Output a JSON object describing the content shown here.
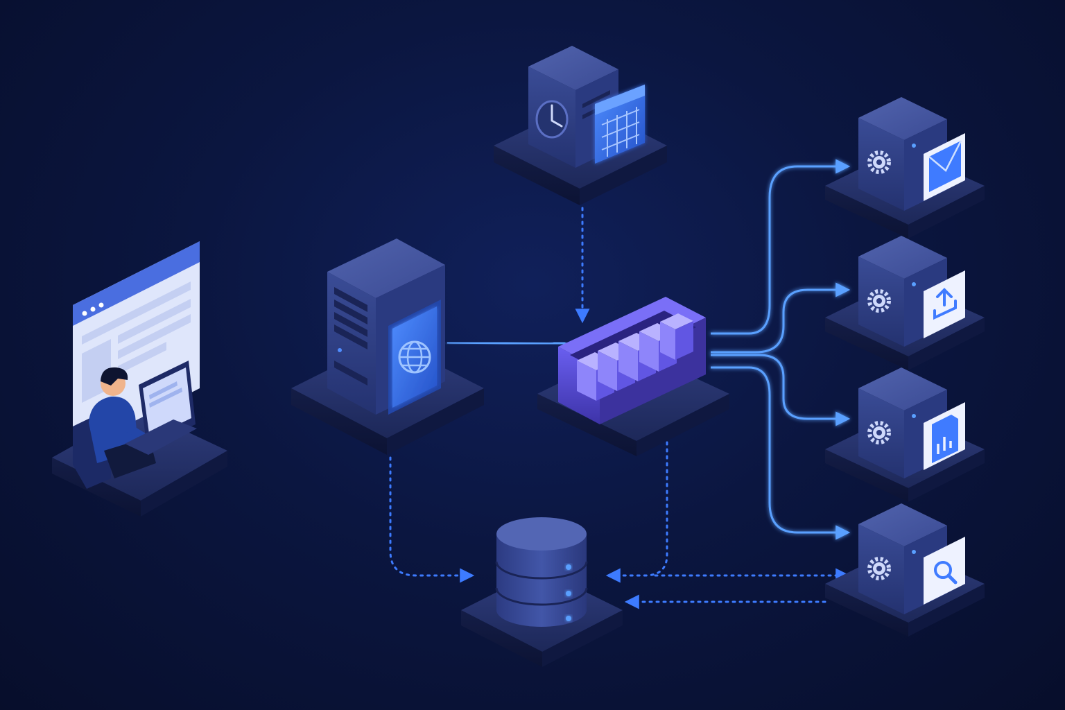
{
  "diagram": {
    "nodes": [
      {
        "id": "client",
        "kind": "user-at-laptop",
        "icon": "browser-window-icon"
      },
      {
        "id": "web-server",
        "kind": "server-tower",
        "icon": "globe-icon"
      },
      {
        "id": "scheduler",
        "kind": "server",
        "icon": "clock-icon",
        "badge_icon": "calendar-icon"
      },
      {
        "id": "message-queue",
        "kind": "queue",
        "icon": "queue-blocks-icon"
      },
      {
        "id": "database",
        "kind": "database-cylinder",
        "icon": "database-icon"
      },
      {
        "id": "worker-email",
        "kind": "worker-cube",
        "icon": "gear-icon",
        "badge_icon": "envelope-icon"
      },
      {
        "id": "worker-upload",
        "kind": "worker-cube",
        "icon": "gear-icon",
        "badge_icon": "upload-icon"
      },
      {
        "id": "worker-report",
        "kind": "worker-cube",
        "icon": "gear-icon",
        "badge_icon": "report-chart-icon"
      },
      {
        "id": "worker-search",
        "kind": "worker-cube",
        "icon": "gear-icon",
        "badge_icon": "magnifier-icon"
      }
    ],
    "edges": [
      {
        "from": "client",
        "to": "web-server",
        "style": "solid"
      },
      {
        "from": "web-server",
        "to": "message-queue",
        "style": "solid"
      },
      {
        "from": "scheduler",
        "to": "message-queue",
        "style": "dotted"
      },
      {
        "from": "message-queue",
        "to": "worker-email",
        "style": "solid"
      },
      {
        "from": "message-queue",
        "to": "worker-upload",
        "style": "solid"
      },
      {
        "from": "message-queue",
        "to": "worker-report",
        "style": "solid"
      },
      {
        "from": "message-queue",
        "to": "worker-search",
        "style": "solid"
      },
      {
        "from": "web-server",
        "to": "database",
        "style": "dotted"
      },
      {
        "from": "message-queue",
        "to": "database",
        "style": "dotted"
      },
      {
        "from": "worker-search",
        "to": "database",
        "style": "dotted"
      }
    ],
    "colors": {
      "background": "#0b1640",
      "accent": "#4f8dff",
      "arrow": "#5aa0ff",
      "platform": "#27346e",
      "node_body": "#34448c",
      "queue": "#5b4fd6",
      "screen_glow": "#3f7bff"
    }
  }
}
